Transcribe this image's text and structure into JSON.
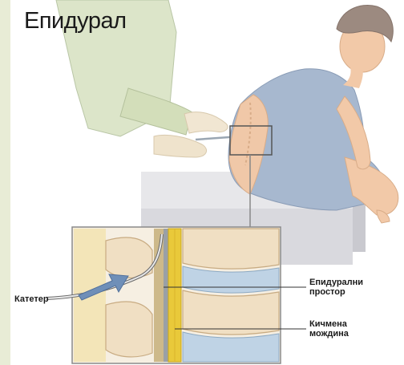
{
  "title": "Епидурал",
  "labels": {
    "catheter": "Катетер",
    "epidural_space_line1": "Епидурални",
    "epidural_space_line2": "простор",
    "spinal_cord_line1": "Кичмена",
    "spinal_cord_line2": "мождина"
  },
  "colors": {
    "background": "#ffffff",
    "side_strip": "#e8ecd6",
    "gown": "#a7b8cf",
    "glove": "#f1e6d2",
    "skin": "#f2c9a8",
    "hair": "#9c8a80",
    "bed": "#e7e7ea",
    "vertebra": "#f0dfc3",
    "disc": "#bfd3e5",
    "spinal_cord": "#e9c93a",
    "arrow": "#6f8fb8"
  }
}
